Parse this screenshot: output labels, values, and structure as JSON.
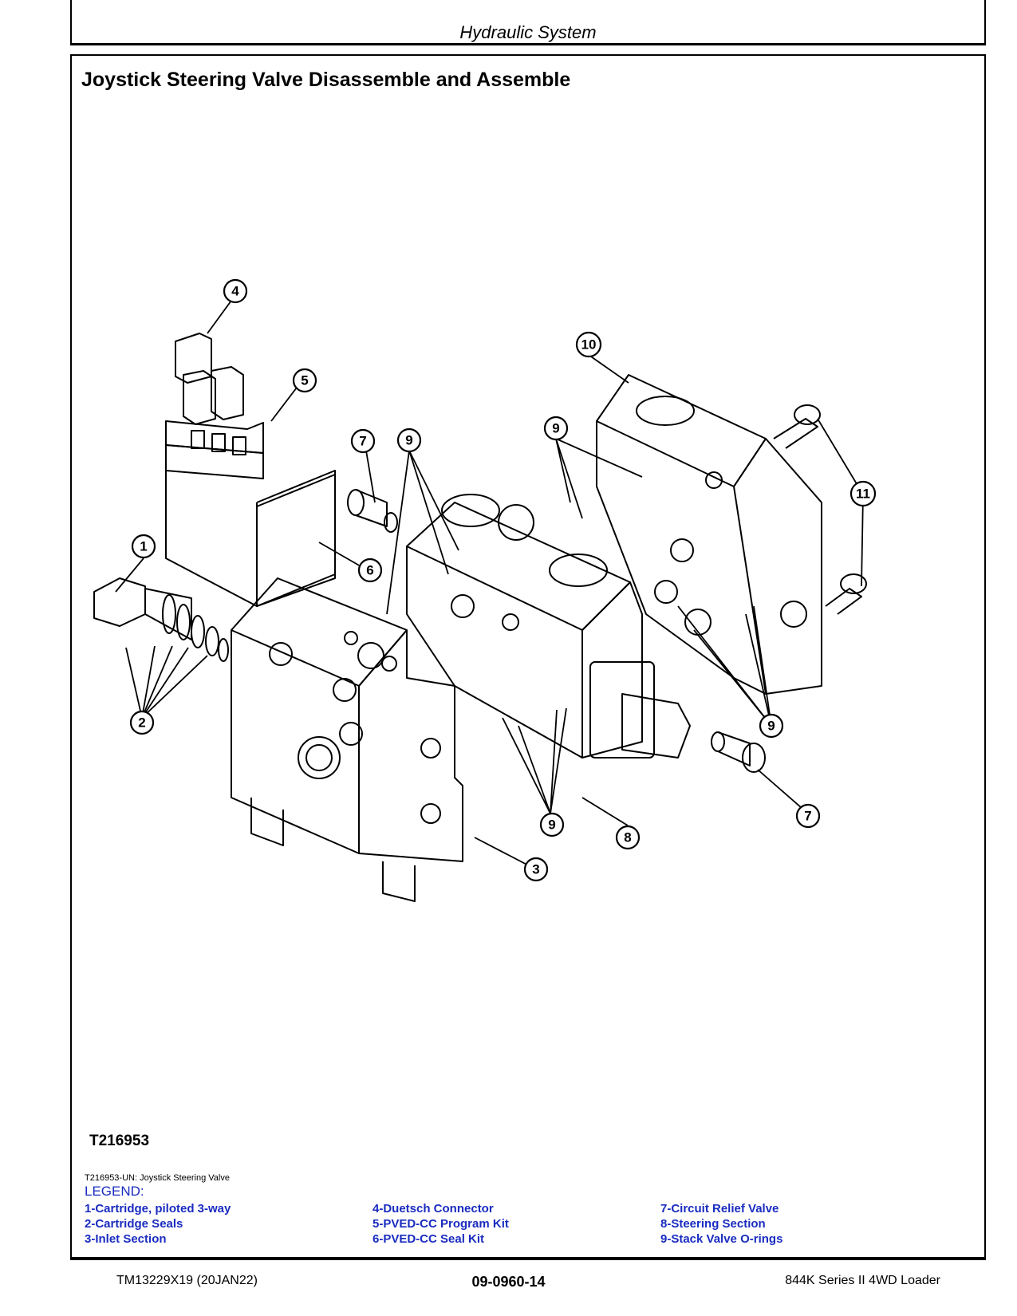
{
  "header": {
    "section_title": "Hydraulic System"
  },
  "page": {
    "title": "Joystick Steering Valve Disassemble and Assemble"
  },
  "figure": {
    "id": "T216953",
    "caption": "T216953-UN: Joystick Steering Valve",
    "callouts": [
      "1",
      "2",
      "3",
      "4",
      "5",
      "6",
      "7",
      "7",
      "8",
      "9",
      "9",
      "9",
      "9",
      "10",
      "11"
    ]
  },
  "legend": {
    "label": "LEGEND:",
    "col1": [
      "1-Cartridge, piloted 3-way",
      "2-Cartridge Seals",
      "3-Inlet Section"
    ],
    "col2": [
      "4-Duetsch Connector",
      "5-PVED-CC Program Kit",
      "6-PVED-CC Seal Kit"
    ],
    "col3": [
      "7-Circuit Relief Valve",
      "8-Steering Section",
      "9-Stack Valve O-rings"
    ]
  },
  "footer": {
    "left": "TM13229X19 (20JAN22)",
    "center": "09-0960-14",
    "right": "844K Series II 4WD Loader"
  }
}
